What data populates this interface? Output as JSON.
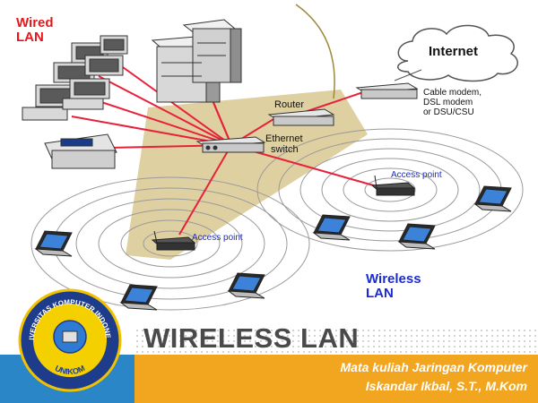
{
  "diagram": {
    "labels": {
      "wired_lan": [
        "Wired",
        "LAN"
      ],
      "internet": "Internet",
      "cable_modem": [
        "Cable modem,",
        "DSL modem",
        "or DSU/CSU"
      ],
      "router": "Router",
      "ethernet_switch": [
        "Ethernet",
        "switch"
      ],
      "access_point_1": "Access point",
      "access_point_2": "Access point",
      "wireless_lan": [
        "Wireless",
        "LAN"
      ]
    },
    "colors": {
      "wired_label": "#e8151b",
      "wireless_label": "#1a2bd1",
      "access_point_label": "#1a2bd1",
      "link": "#e8213a",
      "coverage": "#d9c793"
    }
  },
  "slide": {
    "title": "WIRELESS LAN",
    "course": "Mata kuliah Jaringan Komputer",
    "author": "Iskandar Ikbal, S.T., M.Kom",
    "logo_text": [
      "UNIVERSITAS KOMPUTER INDONESIA",
      "UNIKOM"
    ],
    "colors": {
      "band_left": "#2b86c8",
      "band_right": "#f2a51e"
    }
  }
}
